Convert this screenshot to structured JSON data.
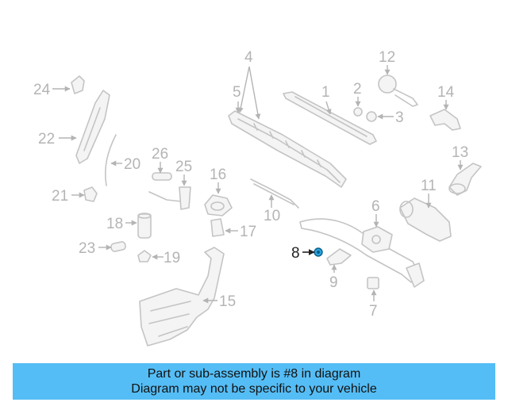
{
  "diagram": {
    "callouts": [
      "1",
      "2",
      "3",
      "4",
      "5",
      "6",
      "7",
      "8",
      "9",
      "10",
      "11",
      "12",
      "13",
      "14",
      "15",
      "16",
      "17",
      "18",
      "19",
      "20",
      "21",
      "22",
      "23",
      "24",
      "25",
      "26"
    ],
    "highlighted_part": "8",
    "highlight_color": "#2aa4dd"
  },
  "caption": {
    "line1": "Part or sub-assembly is #8 in diagram",
    "line2": "Diagram may not be specific to your vehicle",
    "background": "#55bdf5"
  }
}
